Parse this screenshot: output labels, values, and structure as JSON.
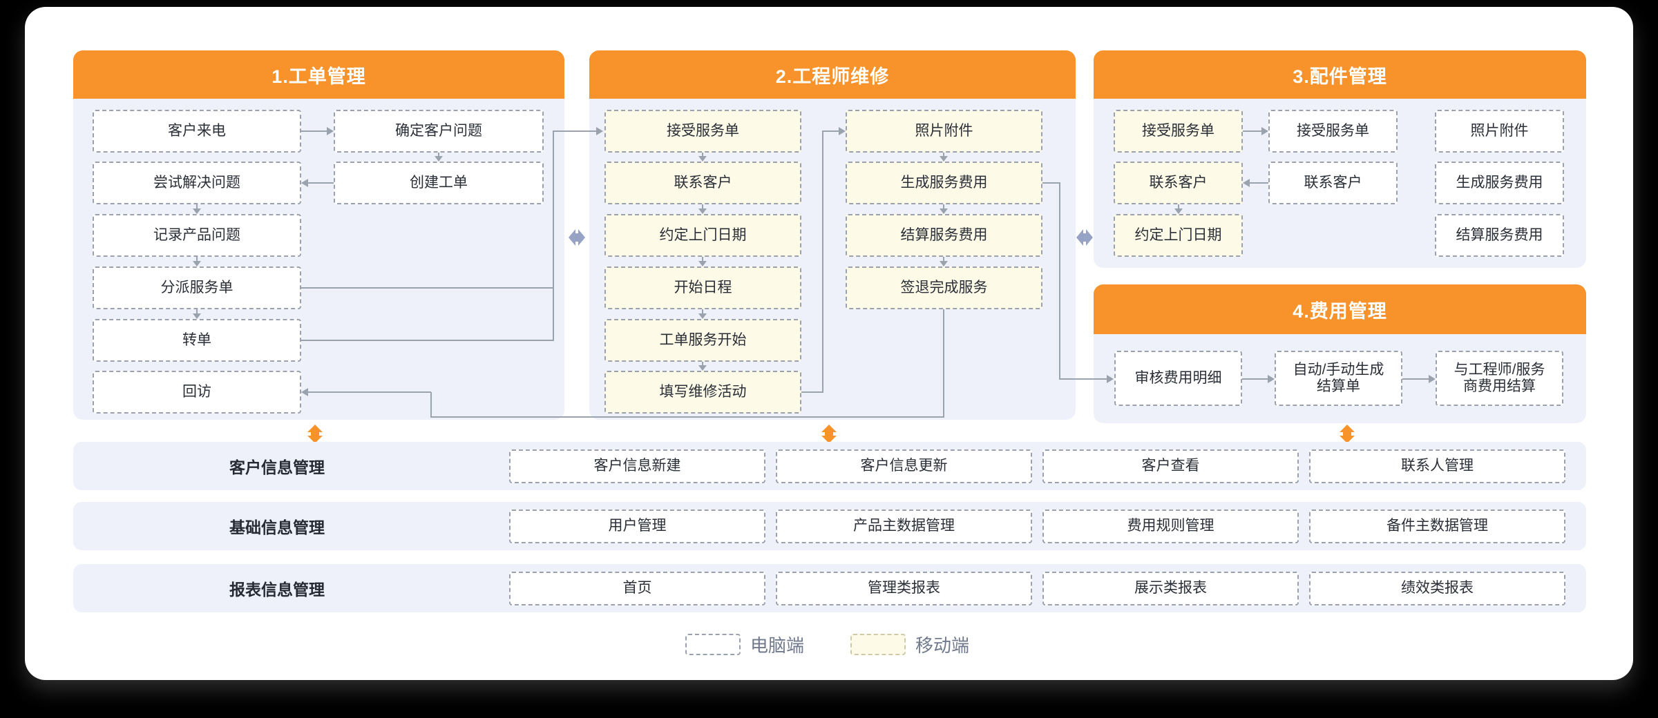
{
  "sections": {
    "work_order": {
      "title": "1.工单管理",
      "boxes": [
        "客户来电",
        "确定客户问题",
        "尝试解决问题",
        "创建工单",
        "记录产品问题",
        "分派服务单",
        "转单",
        "回访"
      ]
    },
    "engineer": {
      "title": "2.工程师维修",
      "left": [
        "接受服务单",
        "联系客户",
        "约定上门日期",
        "开始日程",
        "工单服务开始",
        "填写维修活动"
      ],
      "right": [
        "照片附件",
        "生成服务费用",
        "结算服务费用",
        "签退完成服务"
      ]
    },
    "parts": {
      "title": "3.配件管理",
      "col1": [
        "接受服务单",
        "联系客户",
        "约定上门日期"
      ],
      "col2": [
        "接受服务单",
        "联系客户"
      ],
      "col3": [
        "照片附件",
        "生成服务费用",
        "结算服务费用"
      ]
    },
    "expense": {
      "title": "4.费用管理",
      "boxes": [
        "审核费用明细",
        "自动/手动生成\n结算单",
        "与工程师/服务\n商费用结算"
      ]
    }
  },
  "rows": {
    "customer": {
      "label": "客户信息管理",
      "items": [
        "客户信息新建",
        "客户信息更新",
        "客户查看",
        "联系人管理"
      ]
    },
    "basic": {
      "label": "基础信息管理",
      "items": [
        "用户管理",
        "产品主数据管理",
        "费用规则管理",
        "备件主数据管理"
      ]
    },
    "report": {
      "label": "报表信息管理",
      "items": [
        "首页",
        "管理类报表",
        "展示类报表",
        "绩效类报表"
      ]
    }
  },
  "legend": {
    "pc": "电脑端",
    "mobile": "移动端"
  },
  "colors": {
    "accent_orange": "#F7932A",
    "panel_bg": "#EEF1F9",
    "pc_box_bg": "#FFFFFF",
    "mobile_box_bg": "#FDFAE7",
    "connector": "#9AA2AE",
    "swap_arrow": "#97A3C4",
    "text": "#2A2E37"
  }
}
